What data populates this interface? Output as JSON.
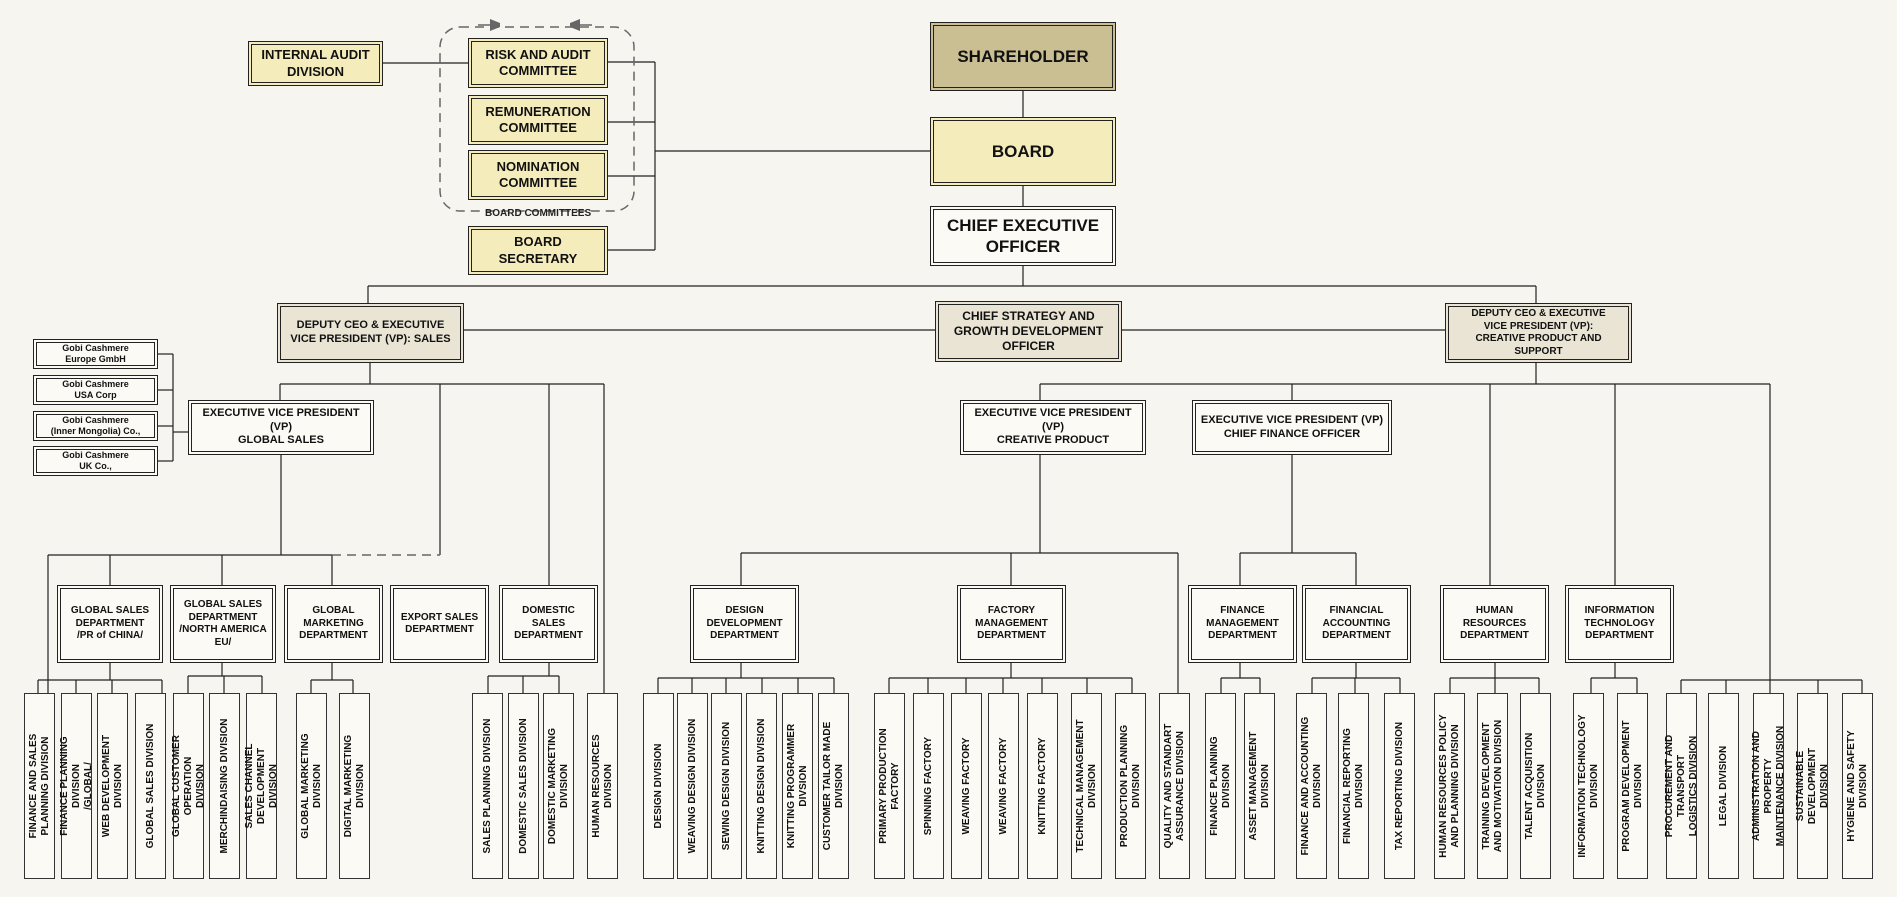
{
  "governance": {
    "shareholder": "SHAREHOLDER",
    "board": "BOARD",
    "ceo": "CHIEF EXECUTIVE\nOFFICER",
    "internal_audit": "INTERNAL AUDIT\nDIVISION",
    "risk_audit": "RISK AND AUDIT\nCOMMITTEE",
    "remuneration": "REMUNERATION\nCOMMITTEE",
    "nomination": "NOMINATION\nCOMMITTEE",
    "committees_caption": "BOARD COMMITTEES",
    "board_secretary": "BOARD\nSECRETARY"
  },
  "executives": {
    "deputy_sales": "DEPUTY CEO & EXECUTIVE\nVICE PRESIDENT (VP): SALES",
    "chief_strategy": "CHIEF STRATEGY AND\nGROWTH DEVELOPMENT\nOFFICER",
    "deputy_creative": "DEPUTY CEO & EXECUTIVE\nVICE PRESIDENT (VP):\nCREATIVE PRODUCT AND SUPPORT",
    "evp_global_sales": "EXECUTIVE VICE PRESIDENT (VP)\nGLOBAL SALES",
    "evp_creative": "EXECUTIVE VICE PRESIDENT (VP)\nCREATIVE PRODUCT",
    "evp_cfo": "EXECUTIVE VICE PRESIDENT (VP)\nCHIEF FINANCE OFFICER"
  },
  "subsidiaries": [
    "Gobi Cashmere\nEurope GmbH",
    "Gobi Cashmere\nUSA Corp",
    "Gobi Cashmere\n(Inner Mongolia) Co.,",
    "Gobi Cashmere\nUK Co.,"
  ],
  "departments": [
    "GLOBAL SALES\nDEPARTMENT\n/PR of CHINA/",
    "GLOBAL SALES\nDEPARTMENT\n/NORTH AMERICA\nEU/",
    "GLOBAL\nMARKETING\nDEPARTMENT",
    "EXPORT SALES\nDEPARTMENT",
    "DOMESTIC\nSALES\nDEPARTMENT",
    "DESIGN\nDEVELOPMENT\nDEPARTMENT",
    "FACTORY\nMANAGEMENT\nDEPARTMENT",
    "FINANCE\nMANAGEMENT\nDEPARTMENT",
    "FINANCIAL\nACCOUNTING\nDEPARTMENT",
    "HUMAN\nRESOURCES\nDEPARTMENT",
    "INFORMATION\nTECHNOLOGY\nDEPARTMENT"
  ],
  "divisions": [
    "FINANCE AND SALES\nPLANNING DIVISION",
    "FINANCE PLANNING DIVISION\n/GLOBAL/",
    "WEB DEVELOPMENT DIVISION",
    "GLOBAL SALES DIVISION",
    "GLOBAL CUSTOMER OPERATION\nDIVISION",
    "MERCHINDAISING DIVISION",
    "SALES CHANNEL DEVELOPMENT\nDIVISION",
    "GLOBAL MARKETING DIVISION",
    "DIGITAL MARKETING DIVISION",
    "SALES PLANNING DIVISION",
    "DOMESTIC SALES DIVISION",
    "DOMESTIC MARKETING\nDIVISION",
    "HUMAN RESOURCES DIVISION",
    "DESIGN DIVISION",
    "WEAVING DESIGN DIVISION",
    "SEWING DESIGN DIVISION",
    "KNITTING DESIGN DIVISION",
    "KNITTING PROGRAMMER\nDIVSION",
    "CUSTOMER TAILOR MADE\nDIVISION",
    "PRIMARY PRODUCTION\nFACTORY",
    "SPINNING FACTORY",
    "WEAVING FACTORY",
    "WEAVING FACTORY",
    "KNITTING FACTORY",
    "TECHNICAL MANAGEMENT\nDIVISION",
    "PRODUCTION PLANNING\nDIVISION",
    "QUALITY AND STANDART\nASSURANCE DIVISION",
    "FINANCE PLANNING\nDIVISION",
    "ASSET MANAGEMENT\nDIVISION",
    "FINANCE AND ACCOUNTING\nDIVISION",
    "FINANCIAL REPORTING\nDIVISION",
    "TAX REPORTING DIVISION",
    "HUMAN RESOURCES POLICY\nAND PLANNING DIVISION",
    "TRAINING DEVELOPMENT\nAND MOTIVATION DIVISION",
    "TALENT ACQUISITION\nDIVISION",
    "INFORMATION TECHNOLOGY\nDIVISION",
    "PROGRAM DEVELOPMENT\nDIVISION",
    "PROCUREMENT AND TRANSPORT\nLOGISTICS DIVISION",
    "LEGAL DIVISION",
    "ADMINISTRATION AND PROPERTY\nMAINTENANCE DIVISION",
    "SUSTAINABLE DEVELOPMENT\nDIVISION",
    "HYGIENE AND SAFETY\nDIVISION"
  ]
}
